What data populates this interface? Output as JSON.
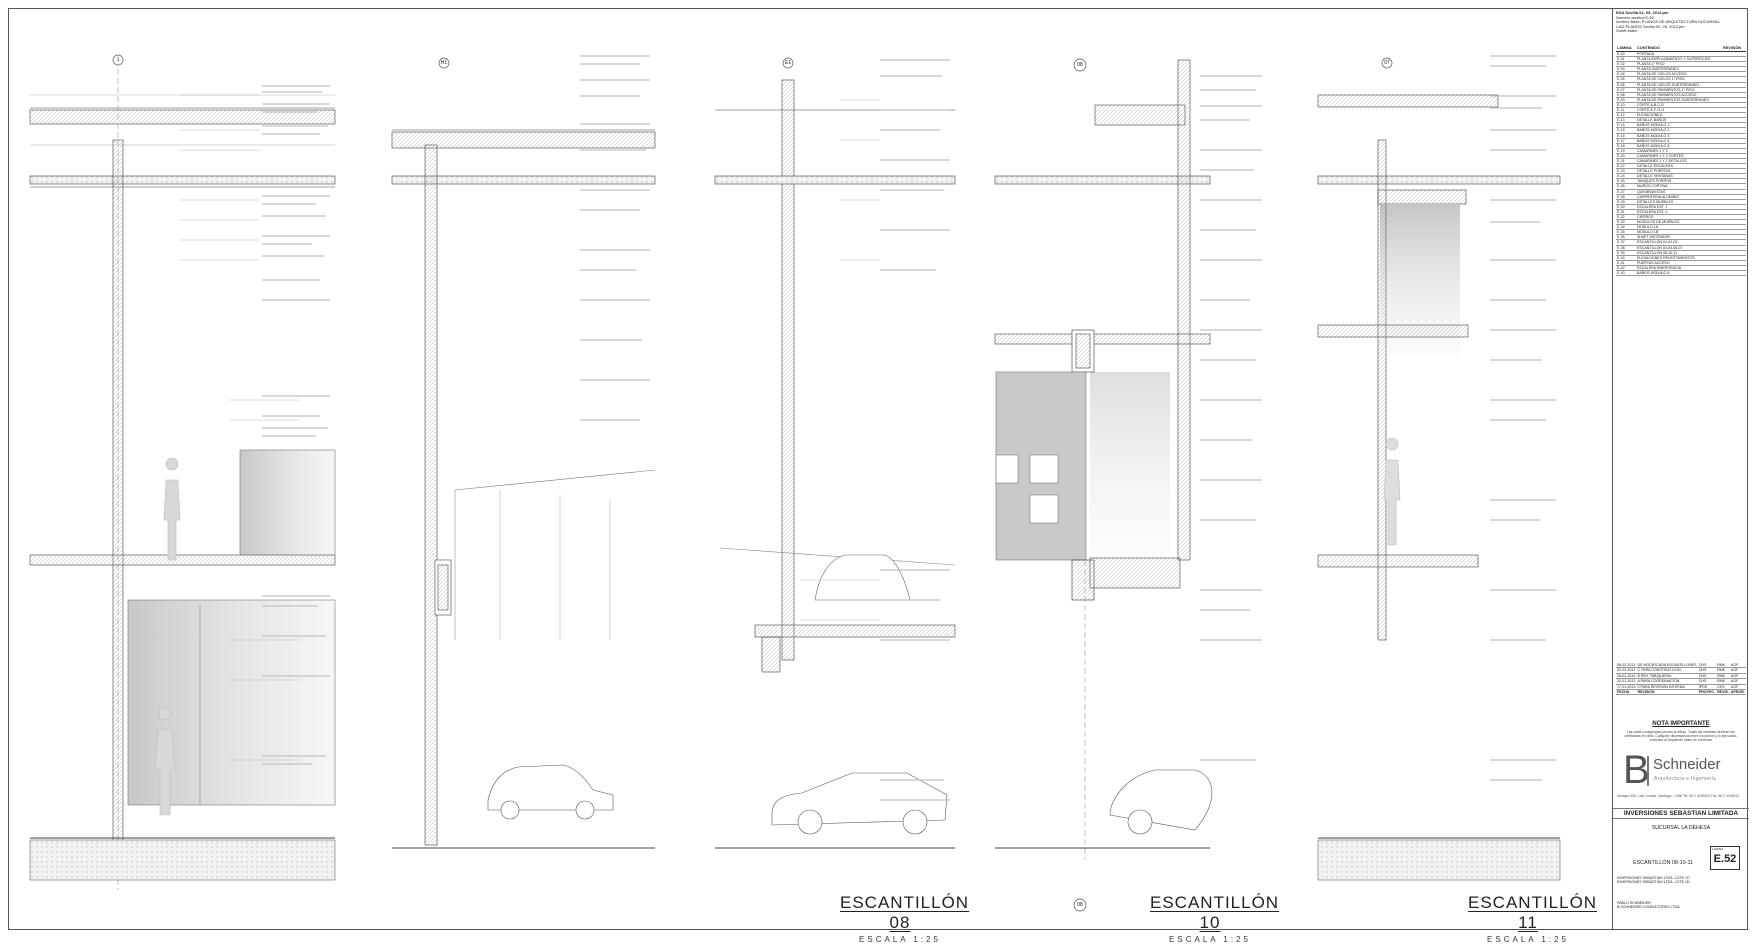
{
  "sections": [
    {
      "name": "ESCANTILLÓN 08",
      "scale": "ESCALA 1:25"
    },
    {
      "name": "ESCANTILLÓN 10",
      "scale": "ESCALA 1:25"
    },
    {
      "name": "ESCANTILLÓN 11",
      "scale": "ESCALA 1:25"
    }
  ],
  "axis_labels": [
    "1",
    "H1",
    "E1",
    "08",
    "08",
    "07"
  ],
  "title_block": {
    "header_lines": [
      "EDA Sevilla 02, 09, 2013.pln",
      "Numero archivo:E-52",
      "Archivo Base: PLANOS DE ARQUITECTURA SUCURSAL",
      "CAD PLANOS Sevilla 02, 09, 2013.pln",
      "Sheet index:"
    ],
    "index_headers": [
      "LÁMINA",
      "CONTENIDO",
      "REVISIÓN"
    ],
    "index_rows": [
      [
        "E-00",
        "PORTADA",
        ""
      ],
      [
        "E-01",
        "PLANTA EMPLAZAMIENTO Y SUPERFICIES",
        ""
      ],
      [
        "E-02",
        "PLANTA 1° PISO",
        ""
      ],
      [
        "E-03",
        "PLANTA SUBTERRANEO",
        ""
      ],
      [
        "E-04",
        "PLANTA DE CIELOS ACCESO",
        ""
      ],
      [
        "E-05",
        "PLANTA DE CIELOS 1° PISO",
        ""
      ],
      [
        "E-06",
        "PLANTA DE CIELOS SUBTERRANEO",
        ""
      ],
      [
        "E-07",
        "PLANTA DE PAVIMENTOS 1° PISO",
        ""
      ],
      [
        "E-08",
        "PLANTA DE PAVIMENTOS ACCESO",
        ""
      ],
      [
        "E-09",
        "PLANTA DE PAVIMENTOS SUBTERRANEO",
        ""
      ],
      [
        "E-10",
        "CORTE A-B-C-D",
        ""
      ],
      [
        "E-11",
        "CORTE E-F-G-H",
        ""
      ],
      [
        "E-12",
        "ELEVACIONES",
        ""
      ],
      [
        "E-13",
        "DETALLE BAÑOS",
        ""
      ],
      [
        "E-14",
        "BAÑOS MODULO 1",
        ""
      ],
      [
        "E-15",
        "BAÑOS MODULO 2",
        ""
      ],
      [
        "E-16",
        "BAÑOS MODULO 3",
        ""
      ],
      [
        "E-17",
        "BAÑOS MODULO 4",
        ""
      ],
      [
        "E-18",
        "BAÑOS MODULO 5",
        ""
      ],
      [
        "E-19",
        "CAMARINES 1 Y 2",
        ""
      ],
      [
        "E-20",
        "CAMARINES 1 Y 2 CORTES",
        ""
      ],
      [
        "E-21",
        "CAMARINES 1 Y 2 DETALLES",
        ""
      ],
      [
        "E-22",
        "DETALLE ESCALERA",
        ""
      ],
      [
        "E-23",
        "DETALLE PUERTAS",
        ""
      ],
      [
        "E-24",
        "DETALLE VENTANAS",
        ""
      ],
      [
        "E-25",
        "TABIQUES FORROS",
        ""
      ],
      [
        "E-26",
        "MUROS CORTINA",
        ""
      ],
      [
        "E-27",
        "QUIEBRAVISTAS",
        ""
      ],
      [
        "E-28",
        "CARPINTERIA ALUMINIO",
        ""
      ],
      [
        "E-29",
        "DETALLES MUEBLES",
        ""
      ],
      [
        "E-30",
        "ESCALERA EXT. 1",
        ""
      ],
      [
        "E-31",
        "ESCALERA EXT. 2",
        ""
      ],
      [
        "E-32",
        "CIERROS",
        ""
      ],
      [
        "E-33",
        "MODULOS DE MUEBLES",
        ""
      ],
      [
        "E-34",
        "MODULO 1A",
        ""
      ],
      [
        "E-35",
        "MODULO 1B",
        ""
      ],
      [
        "E-36",
        "SHAFT ASCENSOR",
        ""
      ],
      [
        "E-37",
        "ESCANTILLON 01-02-03",
        ""
      ],
      [
        "E-38",
        "ESCANTILLON 04-05-06-07",
        ""
      ],
      [
        "E-39",
        "ESCANTILLON 08-10-11",
        ""
      ],
      [
        "E-40",
        "ELEVACIONES REVESTIMIENTOS",
        ""
      ],
      [
        "E-41",
        "PUERTAS ACCESO",
        ""
      ],
      [
        "E-42",
        "ESCALERA EMERGENCIA",
        ""
      ],
      [
        "E-43",
        "BAÑOS MODULO 6",
        ""
      ]
    ],
    "revisions": [
      [
        "08-02-2013",
        "DE MODIFICADA ESCANTILLONES",
        "CHS",
        "RMK",
        "AGF"
      ],
      [
        "02-02-2013",
        "C PARA CONSTRUCCION",
        "CHS",
        "RMK",
        "AGF"
      ],
      [
        "28-01-2013",
        "B REV. TABIQUERIA",
        "CHS",
        "RMK",
        "AGF"
      ],
      [
        "20-01-2013",
        "A PARA COORDINACION",
        "CHS",
        "RMK",
        "AGF"
      ],
      [
        "17-01-2013",
        "0 PARA REVISION INTERNA",
        "IPDS",
        "CHS",
        "AGF"
      ]
    ],
    "revision_headers": [
      "FECHA",
      "REVISION",
      "PROYEC.",
      "REVIS.",
      "APROB."
    ],
    "nota_title": "NOTA IMPORTANTE",
    "nota_text": "Las cotas consignadas priman al dibujo. Todas las medidas deberán ser verificadas en obra. Cualquier discrepancia entre los planos y lo ejecutado, consultar al Arquitecto antes de continuar.",
    "logo_letter": "B",
    "logo_name": "Schneider",
    "logo_sub": "Arquitectura e Ingeniería",
    "address": "Almagro 632, Las Condes, Santiago - Chile Tel. 56 2 4159400 Fax. 56 2 4159413",
    "client": "INVERSIONES SEBASTIAN LIMITADA",
    "project": "SUCURSAL LA DEHESA",
    "plan_label": "ESCANTILLÓN 08-10-11",
    "sheet_label": "LÁMINA",
    "sheet_no": "E.52",
    "owner_lines": [
      "INVERSIONES SEBASTIAN LTDA. LOTE 1C",
      "INVERSIONES SEBASTIAN LTDA. LOTE 1D"
    ],
    "arch_lines": [
      "PABLO SCHNEIDER",
      "B.SCHNEIDER CONSULTORES LTDA."
    ]
  }
}
